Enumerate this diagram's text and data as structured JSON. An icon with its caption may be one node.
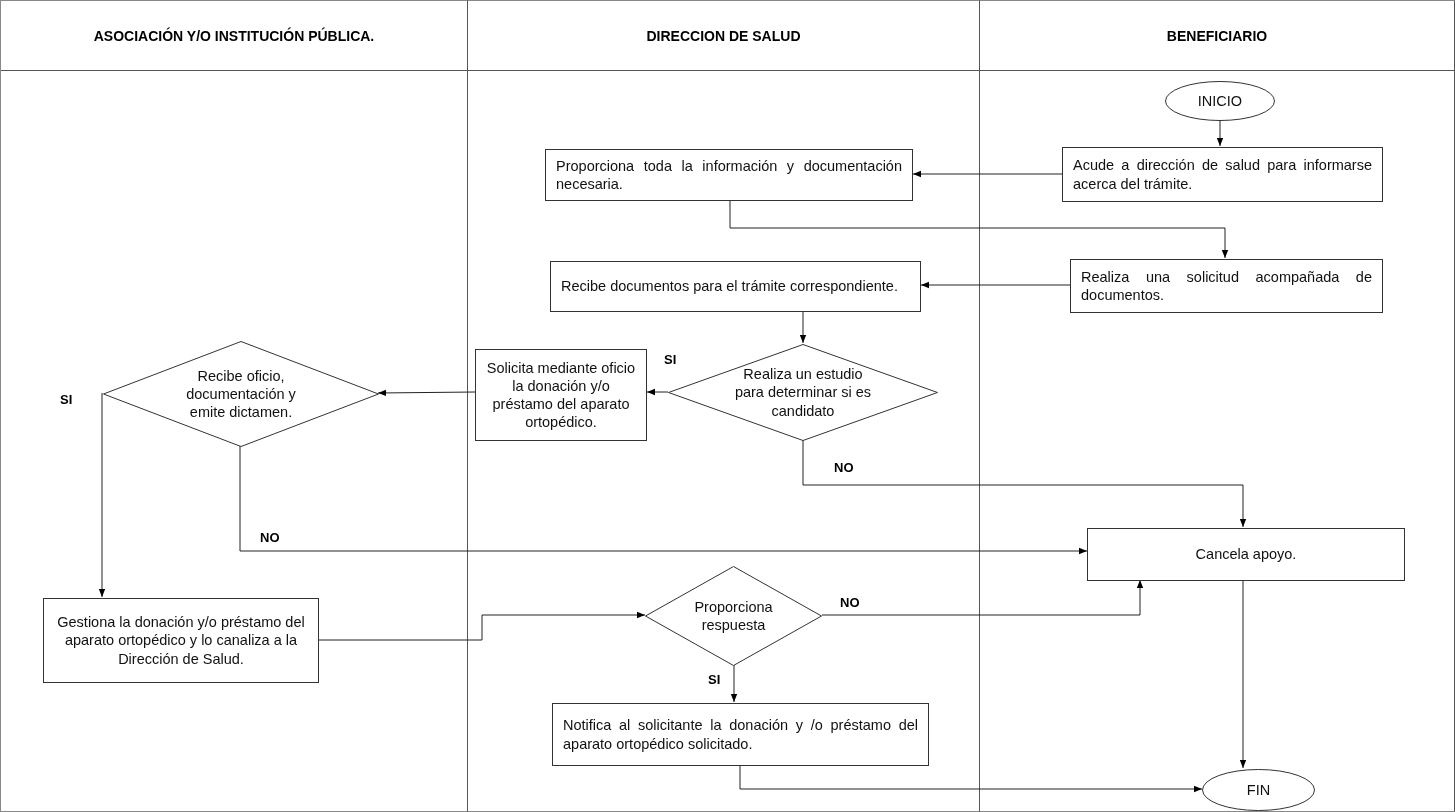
{
  "diagram": {
    "nodes": [
      {
        "text": [
          "ASOCIACIÓN Y/O INSTITUCIÓN PÚBLICA."
        ]
      },
      {
        "text": [
          "DIRECCION DE SALUD"
        ]
      },
      {
        "text": [
          "BENEFICIARIO"
        ]
      },
      {
        "text": [
          "INICIO"
        ],
        "in": 2
      },
      {
        "text": [
          "Acude a dirección de salud para informarse acerca del trámite."
        ],
        "in": 2
      },
      {
        "text": [
          "Proporciona toda la información y documentación necesaria."
        ],
        "in": 1
      },
      {
        "text": [
          "Realiza una solicitud acompañada de documentos."
        ],
        "in": 2
      },
      {
        "text": [
          "Recibe documentos para el trámite correspondiente."
        ],
        "in": 1
      },
      {
        "text": [
          "Realiza un estudio para determinar si es candidato"
        ],
        "in": 1
      },
      {
        "text": [
          "Solicita mediante oficio la donación y/o préstamo del aparato ortopédico."
        ],
        "in": 1
      },
      {
        "text": [
          "Recibe oficio, documentación y emite dictamen."
        ],
        "in": 0
      },
      {
        "text": [
          "Cancela apoyo."
        ],
        "in": 2
      },
      {
        "text": [
          "Gestiona la donación y/o préstamo del aparato ortopédico y lo canaliza a la Dirección de Salud."
        ],
        "in": 0
      },
      {
        "text": [
          "Proporciona respuesta"
        ],
        "in": 1
      },
      {
        "text": [
          "Notifica al solicitante la donación y /o préstamo del aparato ortopédico solicitado."
        ],
        "in": 1
      },
      {
        "text": [
          "FIN"
        ],
        "in": 2
      }
    ],
    "edges": [
      {
        "from": 3,
        "to": 4,
        "arrow": "to"
      },
      {
        "from": 4,
        "to": 5,
        "arrow": "to"
      },
      {
        "from": 5,
        "to": 6,
        "arrow": "to"
      },
      {
        "from": 6,
        "to": 7,
        "arrow": "to"
      },
      {
        "from": 7,
        "to": 8,
        "arrow": "to"
      },
      {
        "from": 8,
        "to": 9,
        "arrow": "to",
        "label": "SI"
      },
      {
        "from": 9,
        "to": 10,
        "arrow": "to"
      },
      {
        "from": 10,
        "to": 12,
        "arrow": "to",
        "label": "SI"
      },
      {
        "from": 10,
        "to": 11,
        "arrow": "to",
        "label": "NO"
      },
      {
        "from": 8,
        "to": 11,
        "arrow": "to",
        "label": "NO"
      },
      {
        "from": 12,
        "to": 13,
        "arrow": "to"
      },
      {
        "from": 13,
        "to": 11,
        "arrow": "to",
        "label": "NO"
      },
      {
        "from": 13,
        "to": 14,
        "arrow": "to",
        "label": "SI"
      },
      {
        "from": 14,
        "to": 15,
        "arrow": "to"
      },
      {
        "from": 11,
        "to": 15,
        "arrow": "to"
      }
    ]
  }
}
